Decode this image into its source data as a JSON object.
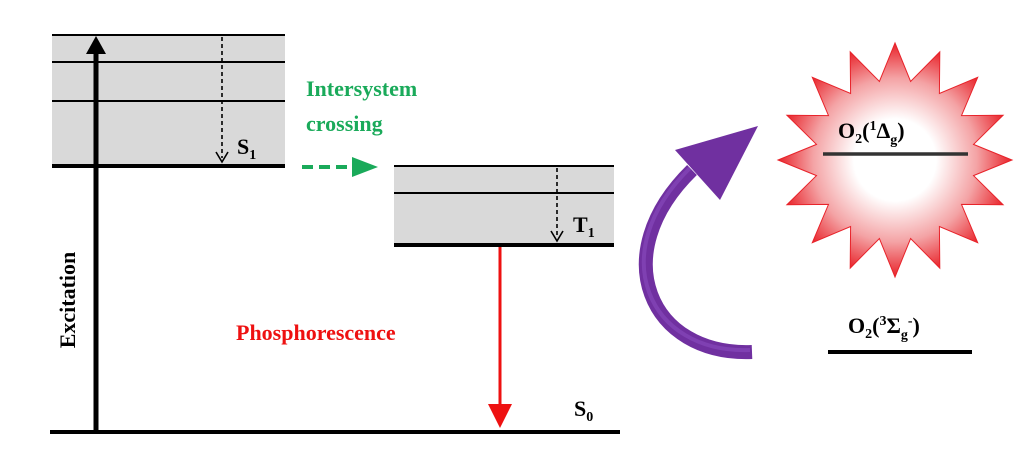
{
  "labels": {
    "s1": {
      "main": "S",
      "sub": "1"
    },
    "t1": {
      "main": "T",
      "sub": "1"
    },
    "s0": {
      "main": "S",
      "sub": "0"
    },
    "excitation": "Excitation",
    "isc_line1": "Intersystem",
    "isc_line2": "crossing",
    "phosphorescence": "Phosphorescence",
    "singlet_oxygen": {
      "o": "O",
      "o_sub": "2",
      "open": "(",
      "sup": "1",
      "sym": "Δ",
      "sym_sub": "g",
      "close": ")"
    },
    "triplet_oxygen": {
      "o": "O",
      "o_sub": "2",
      "open": "(",
      "sup": "3",
      "sym": "Σ",
      "sym_sub": "g",
      "sym_sup": "-",
      "close": ")"
    }
  },
  "colors": {
    "level_line": "#000000",
    "band_fill": "#d9d9d9",
    "isc": "#1aaa5a",
    "phosphorescence": "#ee1111",
    "energy_transfer": "#7030a0",
    "starburst_outer": "#e8232a",
    "starburst_inner": "#ffffff"
  }
}
